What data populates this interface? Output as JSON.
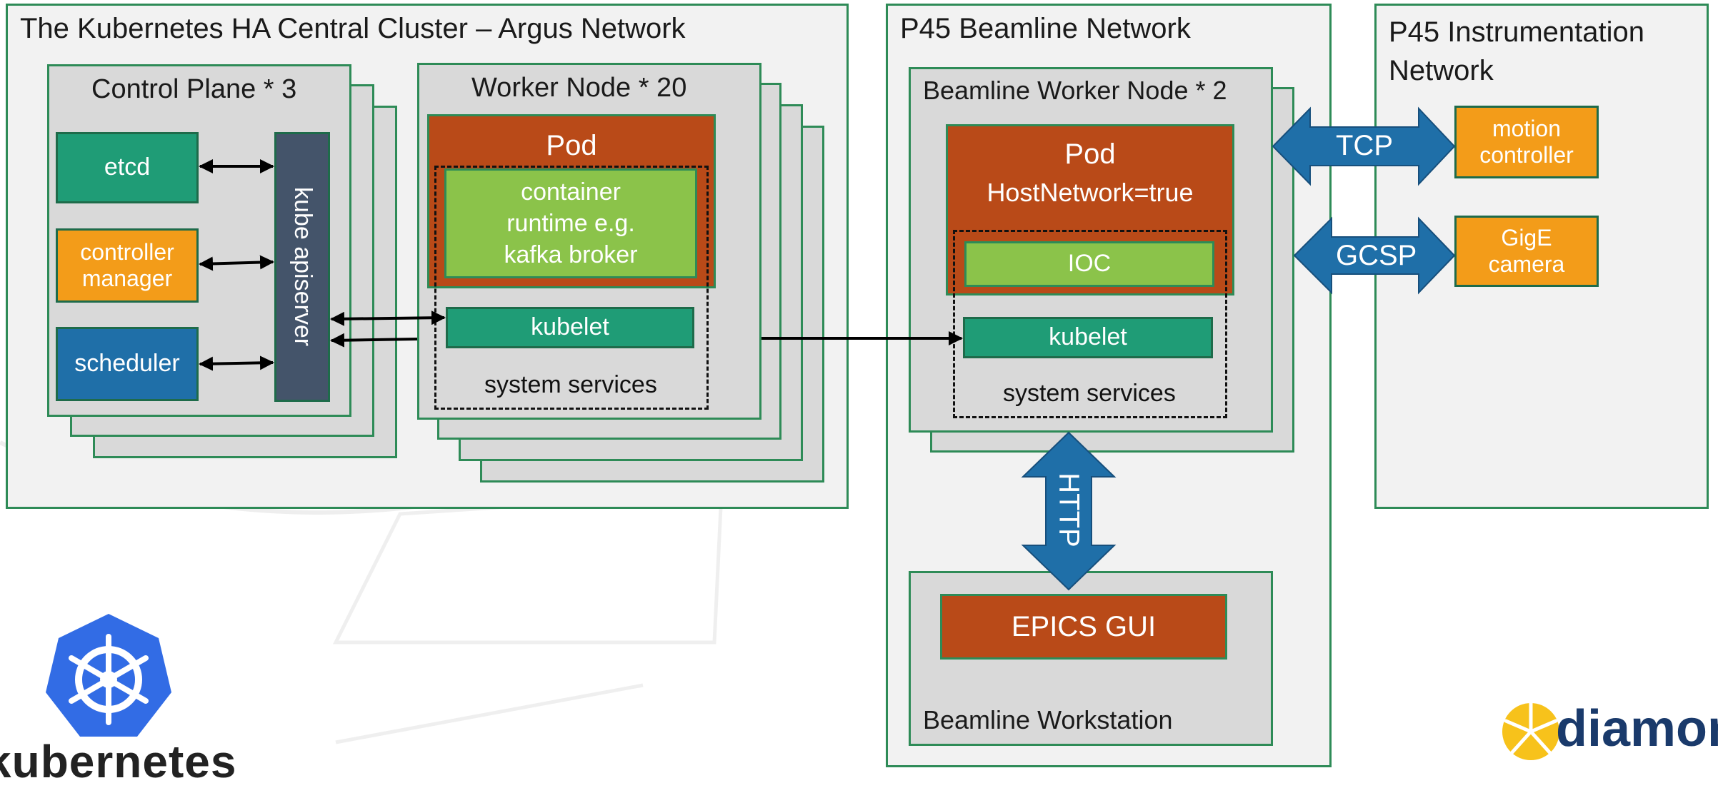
{
  "central": {
    "title": "The Kubernetes HA Central Cluster – Argus Network",
    "control_plane": {
      "title": "Control Plane * 3",
      "etcd": "etcd",
      "controller_manager": "controller manager",
      "scheduler": "scheduler",
      "apiserver": "kube apiserver"
    },
    "worker": {
      "title": "Worker Node * 20",
      "pod": "Pod",
      "container": "container runtime e.g. kafka broker",
      "kubelet": "kubelet",
      "services": "system services"
    }
  },
  "beamline": {
    "title": "P45 Beamline Network",
    "worker": {
      "title": "Beamline Worker Node * 2",
      "pod": "Pod",
      "pod_sub": "HostNetwork=true",
      "ioc": "IOC",
      "kubelet": "kubelet",
      "services": "system services"
    },
    "http": "HTTP",
    "workstation": {
      "title": "Beamline Workstation",
      "gui": "EPICS GUI"
    }
  },
  "instrumentation": {
    "title": "P45 Instrumentation Network",
    "tcp": "TCP",
    "gcsp": "GCSP",
    "motion": "motion controller",
    "camera": "GigE camera"
  },
  "logos": {
    "kubernetes": "kubernetes",
    "diamond": "diamond"
  },
  "colors": {
    "region_border": "#2e8b57",
    "teal": "#1f9c76",
    "orange": "#f39c19",
    "blue": "#1f6fa8",
    "slate": "#44546a",
    "rust": "#b94a18",
    "lime": "#8bc34a",
    "arrow_blue": "#1f6fa8",
    "k8s_blue": "#326ce5"
  }
}
